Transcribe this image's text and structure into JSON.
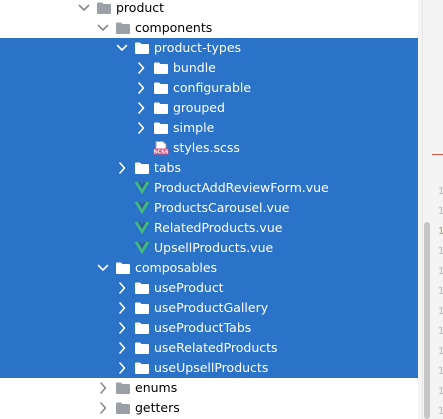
{
  "colors": {
    "selection": "#2b72c9",
    "folder_unselected": "#9aa0a6",
    "folder_selected": "#ffffff",
    "vue_icon": "#41b883",
    "scss_icon": "#d64a7a",
    "error_marker": "#d9534f"
  },
  "tree": [
    {
      "label": "product",
      "depth": 0,
      "kind": "folder",
      "expanded": true,
      "selected": false
    },
    {
      "label": "components",
      "depth": 1,
      "kind": "folder",
      "expanded": true,
      "selected": false
    },
    {
      "label": "product-types",
      "depth": 2,
      "kind": "folder",
      "expanded": true,
      "selected": true
    },
    {
      "label": "bundle",
      "depth": 3,
      "kind": "folder",
      "expanded": false,
      "selected": true
    },
    {
      "label": "configurable",
      "depth": 3,
      "kind": "folder",
      "expanded": false,
      "selected": true
    },
    {
      "label": "grouped",
      "depth": 3,
      "kind": "folder",
      "expanded": false,
      "selected": true
    },
    {
      "label": "simple",
      "depth": 3,
      "kind": "folder",
      "expanded": false,
      "selected": true
    },
    {
      "label": "styles.scss",
      "depth": 3,
      "kind": "scss",
      "selected": true
    },
    {
      "label": "tabs",
      "depth": 2,
      "kind": "folder",
      "expanded": false,
      "selected": true
    },
    {
      "label": "ProductAddReviewForm.vue",
      "depth": 2,
      "kind": "vue",
      "selected": true
    },
    {
      "label": "ProductsCarousel.vue",
      "depth": 2,
      "kind": "vue",
      "selected": true
    },
    {
      "label": "RelatedProducts.vue",
      "depth": 2,
      "kind": "vue",
      "selected": true
    },
    {
      "label": "UpsellProducts.vue",
      "depth": 2,
      "kind": "vue",
      "selected": true
    },
    {
      "label": "composables",
      "depth": 1,
      "kind": "folder",
      "expanded": true,
      "selected": true
    },
    {
      "label": "useProduct",
      "depth": 2,
      "kind": "folder",
      "expanded": false,
      "selected": true
    },
    {
      "label": "useProductGallery",
      "depth": 2,
      "kind": "folder",
      "expanded": false,
      "selected": true
    },
    {
      "label": "useProductTabs",
      "depth": 2,
      "kind": "folder",
      "expanded": false,
      "selected": true
    },
    {
      "label": "useRelatedProducts",
      "depth": 2,
      "kind": "folder",
      "expanded": false,
      "selected": true
    },
    {
      "label": "useUpsellProducts",
      "depth": 2,
      "kind": "folder",
      "expanded": false,
      "selected": true
    },
    {
      "label": "enums",
      "depth": 1,
      "kind": "folder",
      "expanded": false,
      "selected": false
    },
    {
      "label": "getters",
      "depth": 1,
      "kind": "folder",
      "expanded": false,
      "selected": false
    }
  ],
  "gutter": [
    {
      "text": "1",
      "highlight": false
    },
    {
      "text": "1",
      "highlight": false
    },
    {
      "text": "1",
      "highlight": true
    },
    {
      "text": "1",
      "highlight": false
    },
    {
      "text": "1",
      "highlight": false
    },
    {
      "text": "1",
      "highlight": false
    },
    {
      "text": "1",
      "highlight": false
    },
    {
      "text": "1",
      "highlight": false
    },
    {
      "text": "1",
      "highlight": false
    },
    {
      "text": "1",
      "highlight": false
    },
    {
      "text": "1",
      "highlight": false
    },
    {
      "text": "1",
      "highlight": false
    }
  ]
}
